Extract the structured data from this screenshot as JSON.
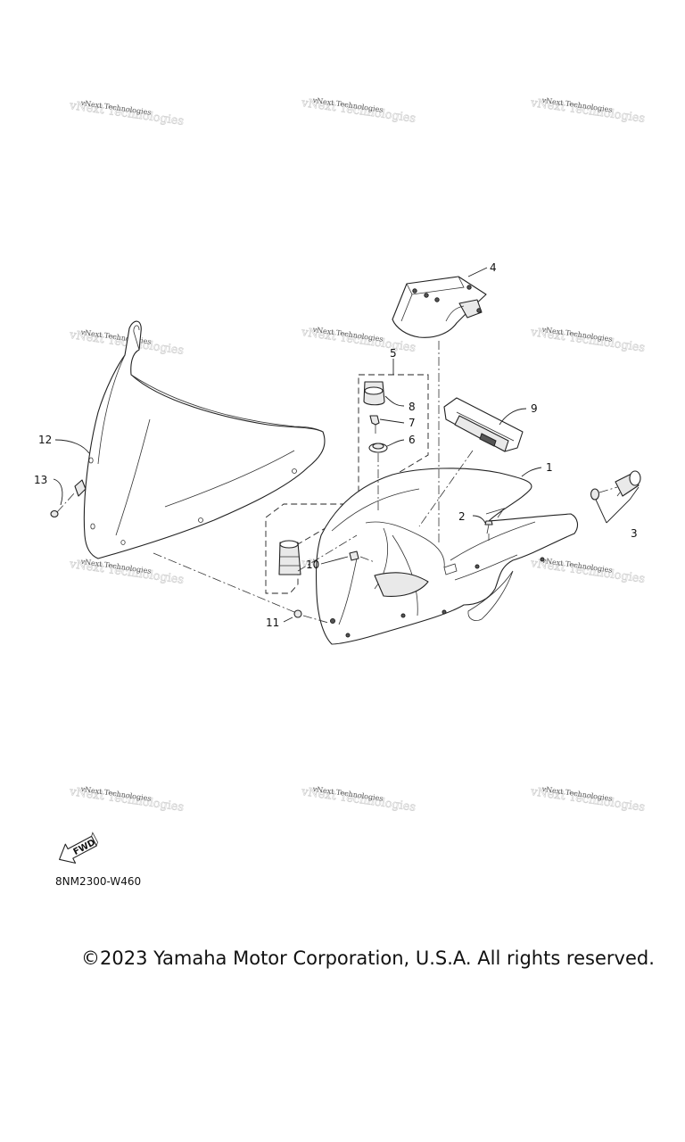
{
  "watermark": {
    "text": "vNext Technologies"
  },
  "callouts": {
    "c1": "1",
    "c2": "2",
    "c3": "3",
    "c4": "4",
    "c5": "5",
    "c6": "6",
    "c7": "7",
    "c8": "8",
    "c9": "9",
    "c10": "10",
    "c11": "11",
    "c12": "12",
    "c13": "13"
  },
  "fwd_label": "FWD",
  "diagram_code": "8NM2300-W460",
  "copyright": "©2023 Yamaha Motor Corporation, U.S.A. All rights reserved."
}
